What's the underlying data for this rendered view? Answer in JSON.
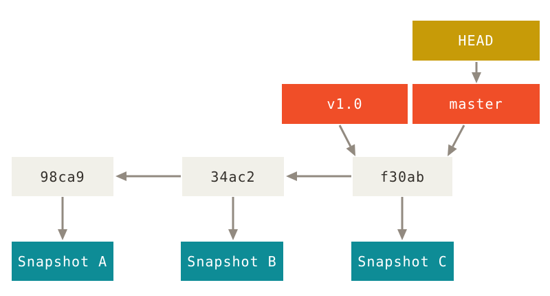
{
  "diagram": {
    "title": "git commit history with branch pointers and snapshots",
    "nodes": {
      "head": {
        "label": "HEAD",
        "kind": "head-pointer"
      },
      "master": {
        "label": "master",
        "kind": "branch"
      },
      "v1_0": {
        "label": "v1.0",
        "kind": "tag"
      },
      "f30ab": {
        "label": "f30ab",
        "kind": "commit"
      },
      "c34ac2": {
        "label": "34ac2",
        "kind": "commit"
      },
      "c98ca9": {
        "label": "98ca9",
        "kind": "commit"
      },
      "snapshot_a": {
        "label": "Snapshot A",
        "kind": "snapshot"
      },
      "snapshot_b": {
        "label": "Snapshot B",
        "kind": "snapshot"
      },
      "snapshot_c": {
        "label": "Snapshot C",
        "kind": "snapshot"
      }
    },
    "edges": [
      {
        "from": "HEAD",
        "to": "master"
      },
      {
        "from": "v1.0",
        "to": "f30ab"
      },
      {
        "from": "master",
        "to": "f30ab"
      },
      {
        "from": "f30ab",
        "to": "34ac2"
      },
      {
        "from": "34ac2",
        "to": "98ca9"
      },
      {
        "from": "98ca9",
        "to": "Snapshot A"
      },
      {
        "from": "34ac2",
        "to": "Snapshot B"
      },
      {
        "from": "f30ab",
        "to": "Snapshot C"
      }
    ],
    "colors": {
      "head_fill": "#c79b08",
      "branch_fill": "#f04e28",
      "commit_fill": "#f1f0e9",
      "snapshot_fill": "#0e8c96",
      "arrow": "#928a80",
      "commit_text": "#332f2a",
      "light_text": "#ffffff",
      "background": "#ffffff"
    }
  }
}
